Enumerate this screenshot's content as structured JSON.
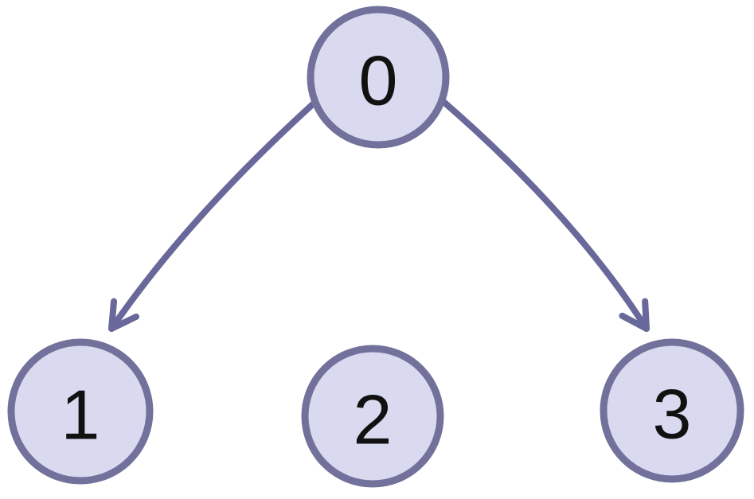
{
  "diagram": {
    "type": "directed-graph",
    "description": "Directed graph with four numbered nodes; node 0 points to nodes 1 and 3; node 2 is isolated",
    "colors": {
      "background": "#ffffff",
      "node_fill": "#d9d9f0",
      "node_border": "#71719b",
      "edge": "#68689a",
      "label": "#111111"
    },
    "nodes": [
      {
        "id": "0",
        "label": "0"
      },
      {
        "id": "1",
        "label": "1"
      },
      {
        "id": "2",
        "label": "2"
      },
      {
        "id": "3",
        "label": "3"
      }
    ],
    "edges": [
      {
        "from": "0",
        "to": "1",
        "directed": true
      },
      {
        "from": "0",
        "to": "3",
        "directed": true
      }
    ]
  }
}
